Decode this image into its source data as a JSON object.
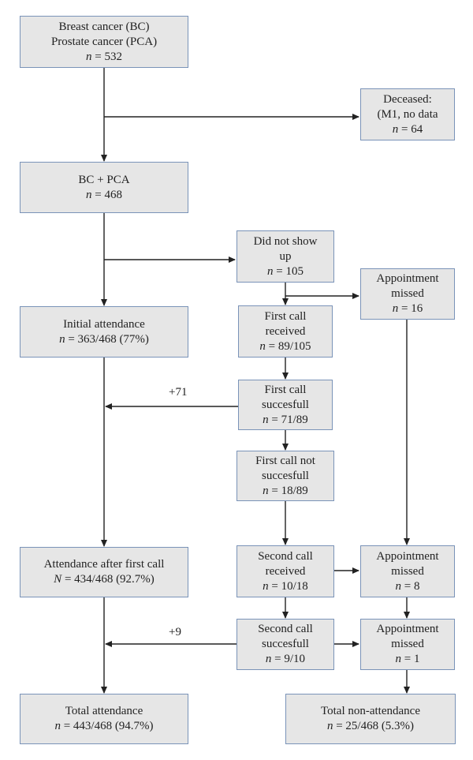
{
  "boxes": {
    "start": {
      "line1": "Breast cancer (BC)",
      "line2": "Prostate cancer (PCA)",
      "line3": "n = 532"
    },
    "deceased": {
      "line1": "Deceased:",
      "line2": "(M1, no data",
      "line3": "n = 64"
    },
    "bc_pca": {
      "line1": "BC + PCA",
      "line2": "n = 468"
    },
    "did_not_show": {
      "line1": "Did not show",
      "line2": "up",
      "line3": "n = 105"
    },
    "appt_missed_1": {
      "line1": "Appointment",
      "line2": "missed",
      "line3": "n = 16"
    },
    "initial_attendance": {
      "line1": "Initial attendance",
      "line2": "n = 363/468 (77%)"
    },
    "first_call_received": {
      "line1": "First call",
      "line2": "received",
      "line3": "n = 89/105"
    },
    "first_call_successful": {
      "line1": "First call",
      "line2": "succesfull",
      "line3": "n = 71/89"
    },
    "first_call_not_successful": {
      "line1": "First call not",
      "line2": "succesfull",
      "line3": "n = 18/89"
    },
    "attendance_after_first_call": {
      "line1": "Attendance after first call",
      "line2": "N = 434/468 (92.7%)"
    },
    "second_call_received": {
      "line1": "Second call",
      "line2": "received",
      "line3": "n = 10/18"
    },
    "appt_missed_2": {
      "line1": "Appointment",
      "line2": "missed",
      "line3": "n = 8"
    },
    "second_call_successful": {
      "line1": "Second call",
      "line2": "succesfull",
      "line3": "n = 9/10"
    },
    "appt_missed_3": {
      "line1": "Appointment",
      "line2": "missed",
      "line3": "n = 1"
    },
    "total_attendance": {
      "line1": "Total attendance",
      "line2": "n = 443/468 (94.7%)"
    },
    "total_non_attendance": {
      "line1": "Total non-attendance",
      "line2": "n = 25/468 (5.3%)"
    }
  },
  "edge_labels": {
    "plus71": "+71",
    "plus9": "+9"
  },
  "colors": {
    "box_fill": "#e6e6e6",
    "box_border": "#7a93b8",
    "arrow": "#222222"
  }
}
